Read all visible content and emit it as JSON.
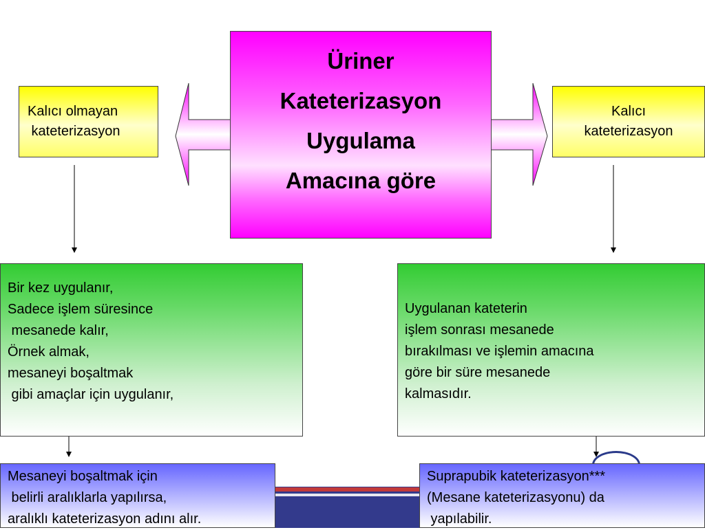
{
  "center": {
    "lines": [
      "Üriner",
      "Kateterizasyon",
      "Uygulama",
      "Amacına göre"
    ]
  },
  "left_top": {
    "lines": [
      "Kalıcı olmayan",
      " kateterizasyon"
    ]
  },
  "right_top": {
    "lines": [
      "Kalıcı",
      "kateterizasyon"
    ]
  },
  "left_middle": {
    "lines": [
      "Bir kez uygulanır,",
      "Sadece işlem süresince",
      " mesanede kalır,",
      "Örnek almak,",
      "mesaneyi boşaltmak",
      " gibi amaçlar için uygulanır,"
    ]
  },
  "right_middle": {
    "lines": [
      "Uygulanan kateterin",
      "işlem sonrası mesanede",
      "bırakılması ve işlemin amacına",
      "göre bir süre mesanede",
      "kalmasıdır."
    ]
  },
  "left_bottom": {
    "lines": [
      "Mesaneyi boşaltmak için",
      " belirli aralıklarla yapılırsa,",
      "aralıklı kateterizasyon adını alır."
    ]
  },
  "right_bottom": {
    "lines": [
      "Suprapubik kateterizasyon***",
      "(Mesane kateterizasyonu) da",
      " yapılabilir."
    ]
  },
  "colors": {
    "center_box": "#ff00ff",
    "side_boxes": "#ffff00",
    "middle_boxes": "#33cc33",
    "bottom_boxes": "#6666ff"
  }
}
